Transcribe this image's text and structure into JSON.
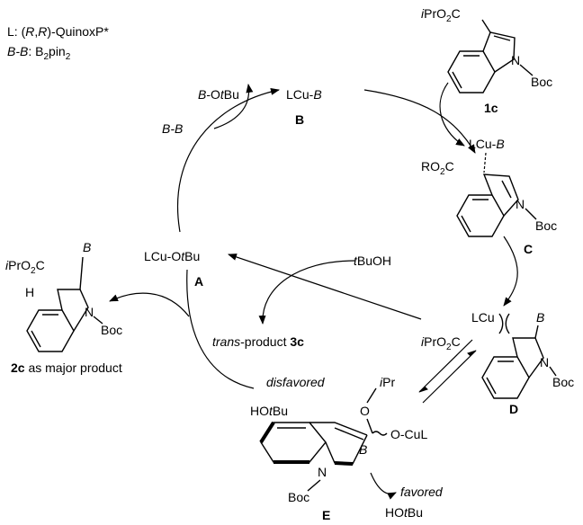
{
  "legend": {
    "ligand_prefix": "L: (",
    "ligand_r1": "R",
    "ligand_comma": ",",
    "ligand_r2": "R",
    "ligand_suffix": ")-QuinoxP*",
    "boron_prefix": "B-B",
    "boron_mid": ": B",
    "boron_sub2": "2",
    "boron_pin": "pin",
    "boron_sub2b": "2"
  },
  "species": {
    "B_formula_prefix": "LCu-",
    "B_formula_boron": "B",
    "B_label": "B",
    "A_formula_prefix": "LCu-O",
    "A_formula_t": "t",
    "A_formula_bu": "Bu",
    "A_label": "A",
    "C_label": "C",
    "D_label": "D",
    "E_label": "E",
    "reagent_1c_label": "1c"
  },
  "reagents": {
    "boronate_b": "B",
    "boronate_rest": "-O",
    "boronate_t": "t",
    "boronate_bu": "Bu",
    "diboron_text": "B-B",
    "tbuoh_t": "t",
    "tbuoh_rest": "BuOH"
  },
  "products": {
    "trans_italic": "trans",
    "trans_rest": "-product ",
    "trans_number": "3c",
    "major_number": "2c",
    "major_rest": " as major product"
  },
  "pathways": {
    "disfavored": "disfavored",
    "favored": "favored",
    "hotbu_left_h": "HO",
    "hotbu_left_t": "t",
    "hotbu_left_bu": "Bu",
    "hotbu_right_h": "HO",
    "hotbu_right_t": "t",
    "hotbu_right_bu": "Bu"
  },
  "struct_labels": {
    "ipro2c_i": "i",
    "ipro2c_pro": "PrO",
    "ipro2c_2": "2",
    "ipro2c_c": "C",
    "n_atom": "N",
    "boc": "Boc",
    "ro2c_ro": "RO",
    "ro2c_2": "2",
    "ro2c_c": "C",
    "lcu_b_prefix": "LCu-",
    "lcu_b_b": "B",
    "lcu": "LCu",
    "b_atom": "B",
    "h_atom": "H",
    "ipr_i": "i",
    "ipr_pr": "Pr",
    "o_atom": "O",
    "ocul": "O-CuL"
  }
}
